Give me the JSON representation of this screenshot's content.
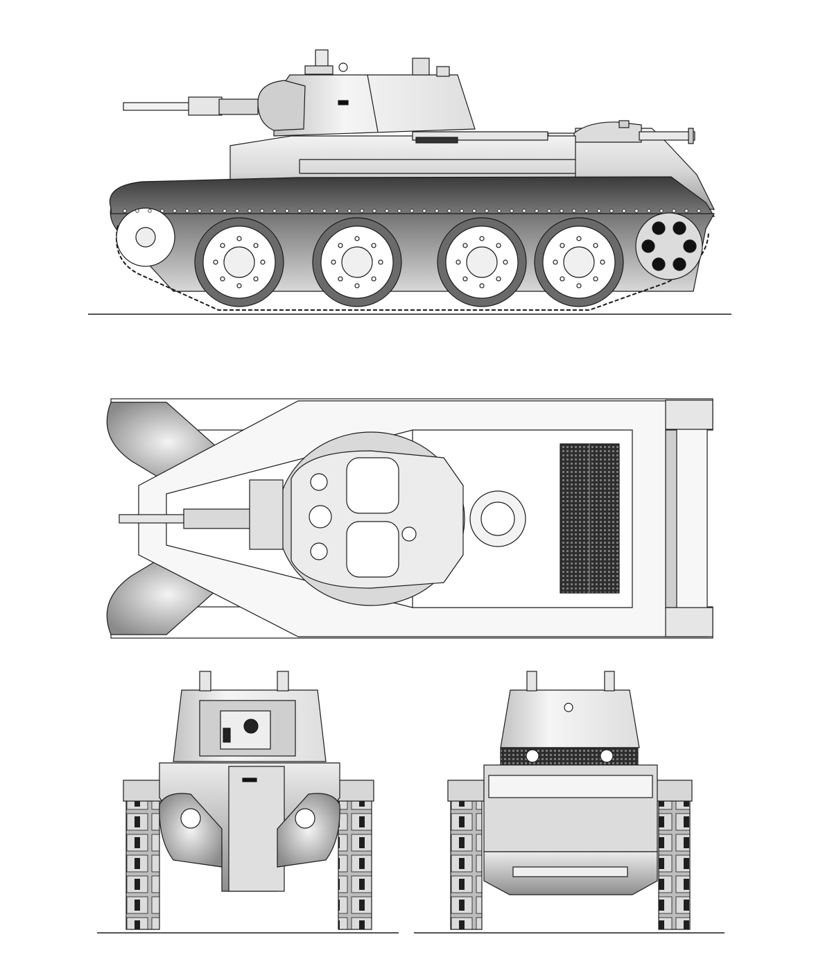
{
  "drawing": {
    "views": [
      "side-elevation",
      "top-plan",
      "front-elevation",
      "rear-elevation"
    ],
    "colors": {
      "line": "#1a1a1a",
      "paper": "#ffffff",
      "light_gray": "#e4e4e4",
      "mid_gray": "#b5b5b5",
      "dark_gray": "#4a4a4a",
      "near_black": "#222222"
    },
    "side_view": {
      "road_wheels": 4,
      "grille_style": "mesh"
    },
    "top_view": {
      "hatches": 2,
      "engine_grille": "mesh"
    },
    "front_view": {
      "headlights": 2
    },
    "rear_view": {
      "exhaust_ports": 2
    }
  }
}
